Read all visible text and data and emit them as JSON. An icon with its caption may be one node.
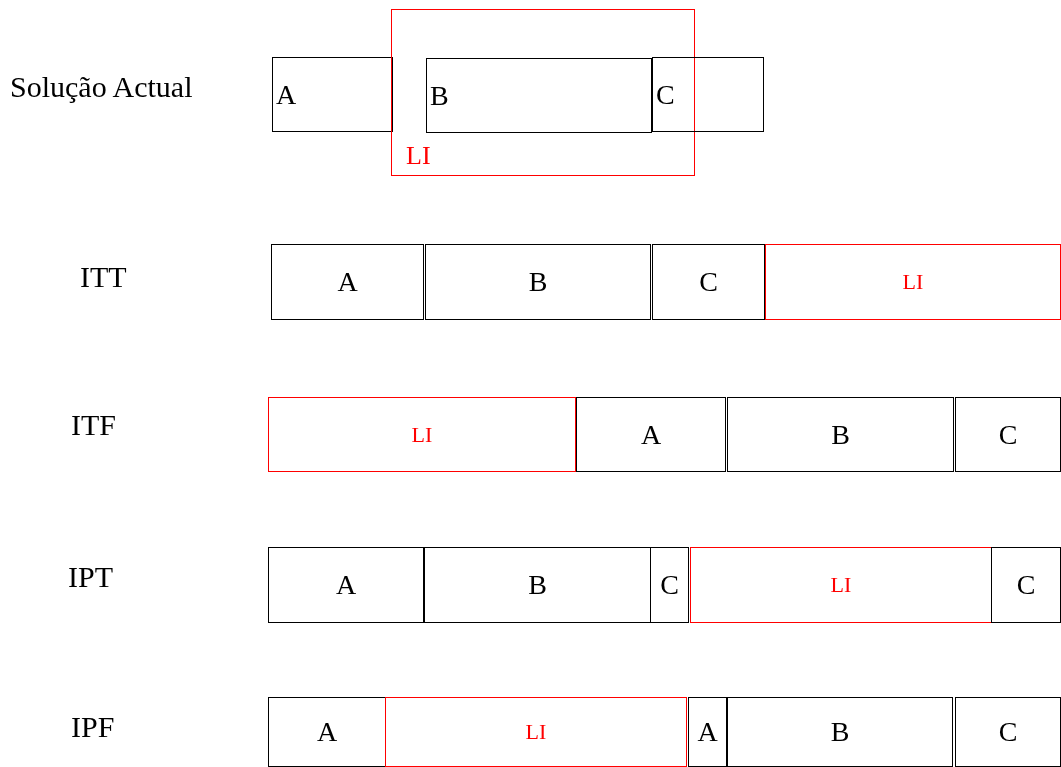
{
  "diagram": {
    "nodes": [
      {
        "text": [
          "A"
        ]
      },
      {
        "text": [
          "LI"
        ]
      },
      {
        "text": [
          "B"
        ],
        "in": 1
      },
      {
        "text": [
          "C"
        ]
      },
      {
        "text": [
          "A"
        ]
      },
      {
        "text": [
          "B"
        ]
      },
      {
        "text": [
          "C"
        ]
      },
      {
        "text": [
          "LI"
        ]
      },
      {
        "text": [
          "LI"
        ]
      },
      {
        "text": [
          "A"
        ]
      },
      {
        "text": [
          "B"
        ]
      },
      {
        "text": [
          "C"
        ]
      },
      {
        "text": [
          "A"
        ]
      },
      {
        "text": [
          "B"
        ]
      },
      {
        "text": [
          "C"
        ]
      },
      {
        "text": [
          "LI"
        ]
      },
      {
        "text": [
          "C"
        ]
      },
      {
        "text": [
          "A"
        ]
      },
      {
        "text": [
          "LI"
        ]
      },
      {
        "text": [
          "A"
        ]
      },
      {
        "text": [
          "B"
        ]
      },
      {
        "text": [
          "C"
        ]
      }
    ],
    "labels": [
      "Solução Actual",
      "ITT",
      "ITF",
      "IPT",
      "IPF"
    ]
  }
}
